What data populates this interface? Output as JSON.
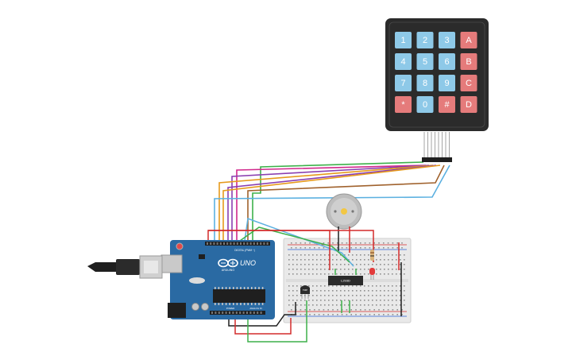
{
  "keypad": {
    "keys": [
      {
        "label": "1",
        "kind": "num"
      },
      {
        "label": "2",
        "kind": "num"
      },
      {
        "label": "3",
        "kind": "num"
      },
      {
        "label": "A",
        "kind": "letter"
      },
      {
        "label": "4",
        "kind": "num"
      },
      {
        "label": "5",
        "kind": "num"
      },
      {
        "label": "6",
        "kind": "num"
      },
      {
        "label": "B",
        "kind": "letter"
      },
      {
        "label": "7",
        "kind": "num"
      },
      {
        "label": "8",
        "kind": "num"
      },
      {
        "label": "9",
        "kind": "num"
      },
      {
        "label": "C",
        "kind": "letter"
      },
      {
        "label": "*",
        "kind": "letter"
      },
      {
        "label": "0",
        "kind": "num"
      },
      {
        "label": "#",
        "kind": "letter"
      },
      {
        "label": "D",
        "kind": "letter"
      }
    ],
    "colors": {
      "body": "#2b2b2b",
      "num_key": "#8ec9e8",
      "letter_key": "#e57b7b"
    }
  },
  "arduino": {
    "logo_text": "UNO",
    "brand_text": "ARDUINO",
    "digital_label": "DIGITAL (PWM ~)",
    "power_label": "POWER",
    "analog_label": "ANALOG IN",
    "color": "#2a6aa3"
  },
  "driver_chip": {
    "label": "L293D"
  },
  "transistor": {
    "label": "TMP"
  },
  "wire_colors": [
    "#e69a1c",
    "#8a3fb0",
    "#d1288c",
    "#5bb0e0",
    "#3db14a",
    "#d42b2b",
    "#1f1f1f",
    "#a0622d"
  ]
}
